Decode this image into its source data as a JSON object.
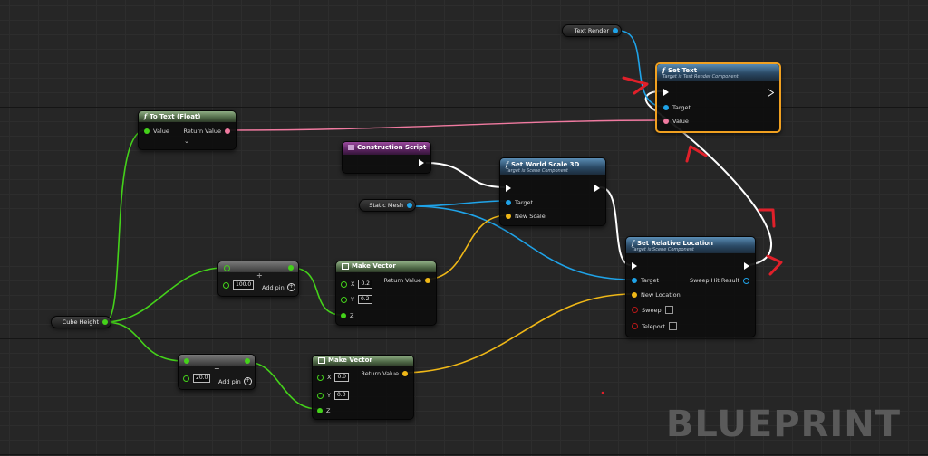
{
  "nodes": {
    "text_render": {
      "label": "Text Render"
    },
    "set_text": {
      "title": "Set Text",
      "subtitle": "Target is Text Render Component",
      "target": "Target",
      "value": "Value"
    },
    "to_text": {
      "title": "To Text (Float)",
      "value": "Value",
      "return_value": "Return Value"
    },
    "construction_script": {
      "title": "Construction Script"
    },
    "set_world_scale": {
      "title": "Set World Scale 3D",
      "subtitle": "Target is Scene Component",
      "target": "Target",
      "new_scale": "New Scale"
    },
    "static_mesh": {
      "label": "Static Mesh"
    },
    "set_relative_location": {
      "title": "Set Relative Location",
      "subtitle": "Target is Scene Component",
      "target": "Target",
      "new_location": "New Location",
      "sweep": "Sweep",
      "teleport": "Teleport",
      "sweep_hit_result": "Sweep Hit Result"
    },
    "multiply_1": {
      "value": "100.0",
      "add_pin": "Add pin"
    },
    "multiply_2": {
      "value": "20.0",
      "add_pin": "Add pin"
    },
    "make_vector_1": {
      "title": "Make Vector",
      "x_label": "X",
      "x_value": "0.2",
      "y_label": "Y",
      "y_value": "0.2",
      "z_label": "Z",
      "return_value": "Return Value"
    },
    "make_vector_2": {
      "title": "Make Vector",
      "x_label": "X",
      "x_value": "0.0",
      "y_label": "Y",
      "y_value": "0.0",
      "z_label": "Z",
      "return_value": "Return Value"
    },
    "cube_height": {
      "label": "Cube Height"
    }
  },
  "watermark": "BLUEPRINT",
  "colors": {
    "exec": "#ffffff",
    "object": "#1fa3e8",
    "float": "#44d21a",
    "vector": "#f0b817",
    "text": "#f07aa0",
    "bool": "#b81818",
    "annotation": "#e0202a",
    "selected": "#f0a020"
  },
  "icons": {
    "function": "function-f-icon",
    "event": "event-icon",
    "annotation": "red-chevron-arrow-icon"
  }
}
